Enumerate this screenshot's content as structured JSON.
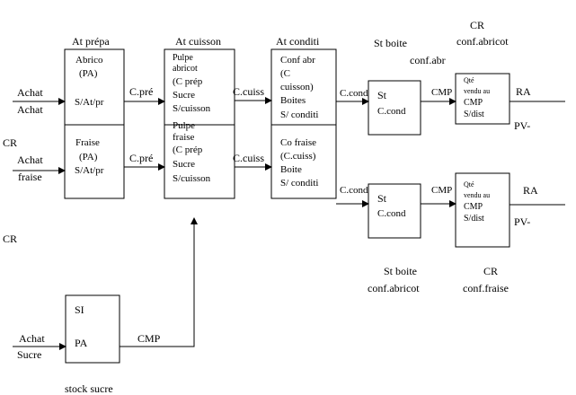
{
  "headers": {
    "at_prepa": "At prépa",
    "at_cuisson": "At cuisson",
    "at_conditi": "At conditi",
    "st_boite": "St boite",
    "cr_top": "CR",
    "conf_abricot_top": "conf.abricot",
    "conf_abr_clip": "conf.abr"
  },
  "left_labels": {
    "achat_1": "Achat",
    "achat_2": "Achat",
    "cr_1": "CR",
    "achat_3": "Achat",
    "fraise": "fraise",
    "cr_2": "CR",
    "achat_4": "Achat",
    "sucre": "Sucre",
    "stock_sucre": "stock sucre"
  },
  "prepa": {
    "abrico": "Abrico",
    "abrico_pa": "(PA)",
    "abrico_sat": "S/At/pr",
    "fraise": "Fraise",
    "fraise_pa": "(PA)",
    "fraise_sat": "S/At/pr"
  },
  "cuisson": {
    "a1": "Pulpe",
    "a2": "abricot",
    "a3": "(C prép",
    "a4": "Sucre",
    "a5": "S/cuisson",
    "f1": "Pulpe",
    "f2": "fraise",
    "f3": "(C prép",
    "f4": "Sucre",
    "f5": "S/cuisson"
  },
  "conditi": {
    "a1": "Conf abr",
    "a2": "(C",
    "a3": "cuisson)",
    "a4": "Boites",
    "a5": "S/ conditi",
    "f1": "Co fraise",
    "f2": "(C.cuiss)",
    "f3": "Boite",
    "f4": "S/ conditi"
  },
  "flows": {
    "cpre_1": "C.pré",
    "cpre_2": "C.pré",
    "ccuiss_1": "C.cuiss",
    "ccuiss_2": "C.cuiss",
    "ccond_1": "C.cond",
    "ccond_2": "C.cond",
    "cmp_1": "CMP",
    "cmp_2": "CMP",
    "cmp_3": "CMP"
  },
  "stboite": {
    "st_1": "St",
    "ccond_1": "C.cond",
    "st_2": "St",
    "ccond_2": "C.cond"
  },
  "qte": {
    "l1": "Qté",
    "l2": "vendu au",
    "l3": "CMP",
    "l4": "S/dist"
  },
  "right": {
    "ra_1": "RA",
    "pv_1": "PV-",
    "ra_2": "RA",
    "pv_2": "PV-"
  },
  "bottom": {
    "st_boite": "St boite",
    "conf_abricot": "conf.abricot",
    "cr": "CR",
    "conf_fraise": "conf.fraise"
  },
  "si": {
    "si": "SI",
    "pa": "PA"
  }
}
